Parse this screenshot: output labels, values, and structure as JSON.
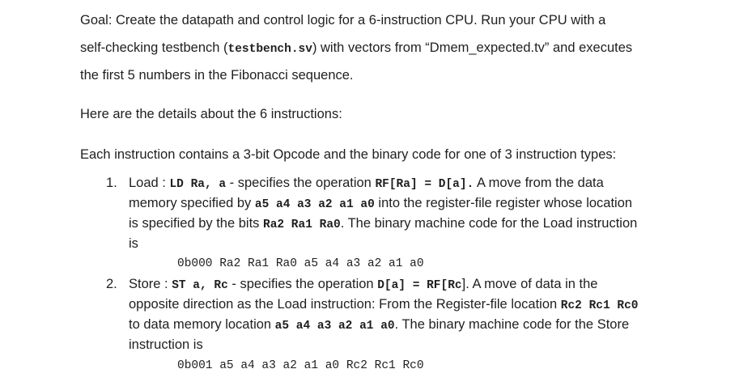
{
  "goal": {
    "line1": "Goal: Create the datapath and control logic for a 6-instruction CPU. Run your CPU with a",
    "line2_pre": "self-checking testbench (",
    "line2_code": "testbench.sv",
    "line2_post": ") with vectors from “Dmem_expected.tv” and executes",
    "line3": "the first 5 numbers in the Fibonacci sequence."
  },
  "intro": "Here are the details about the 6 instructions:",
  "types_intro": "Each instruction contains a 3-bit Opcode and the binary code for one of 3 instruction types:",
  "items": [
    {
      "num": "1.",
      "l1_a": "Load : ",
      "l1_code1": "LD Ra, a",
      "l1_b": " - specifies the operation ",
      "l1_code2": "RF[Ra] = D[a].",
      "l1_c": " A move from the data",
      "l2_a": "memory specified by ",
      "l2_code": "a5 a4 a3 a2 a1 a0",
      "l2_b": " into the register-file register whose location",
      "l3_a": "is specified by the bits ",
      "l3_code": "Ra2 Ra1 Ra0",
      "l3_b": ". The binary machine code for the Load instruction",
      "l4": "is",
      "machine_code": "0b000 Ra2 Ra1 Ra0 a5 a4 a3 a2 a1 a0"
    },
    {
      "num": "2.",
      "l1_a": "Store : ",
      "l1_code1": "ST a, Rc",
      "l1_b": " - specifies the operation ",
      "l1_code2": "D[a] = RF[Rc",
      "l1_c": "]. A move of data in the",
      "l2": "opposite direction as the Load instruction: From the Register-file location ",
      "l2_code": "Rc2 Rc1 Rc0",
      "l3_a": "to data memory location ",
      "l3_code": "a5 a4 a3 a2 a1 a0",
      "l3_b": ". The binary machine code for the Store",
      "l4": "instruction is",
      "machine_code": "0b001 a5 a4 a3 a2 a1 a0 Rc2 Rc1 Rc0"
    }
  ]
}
